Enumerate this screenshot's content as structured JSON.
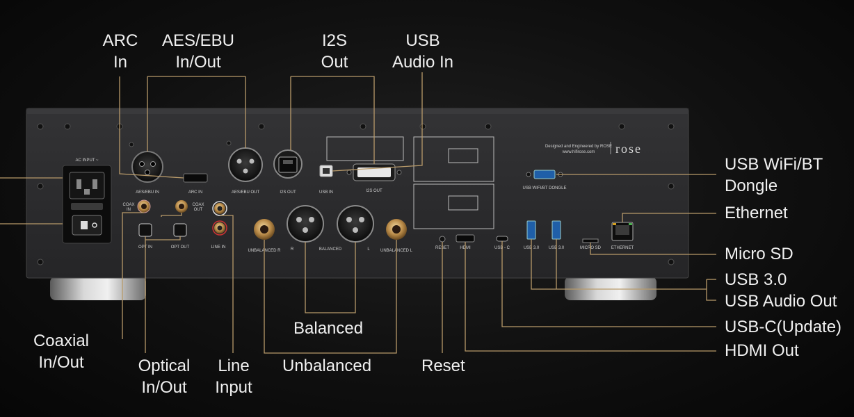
{
  "callouts": {
    "arc_in": [
      "ARC",
      "In"
    ],
    "aes_ebu": [
      "AES/EBU",
      "In/Out"
    ],
    "i2s_out": [
      "I2S",
      "Out"
    ],
    "usb_audio_in": [
      "USB",
      "Audio In"
    ],
    "usb_wifi_bt": [
      "USB WiFi/BT",
      "Dongle"
    ],
    "ethernet": "Ethernet",
    "micro_sd": "Micro SD",
    "usb_30": "USB 3.0",
    "usb_audio_out": "USB Audio Out",
    "usb_c": "USB-C(Update)",
    "hdmi_out": "HDMI Out",
    "coaxial": [
      "Coaxial",
      "In/Out"
    ],
    "optical": [
      "Optical",
      "In/Out"
    ],
    "line_input": [
      "Line",
      "Input"
    ],
    "balanced": "Balanced",
    "unbalanced": "Unbalanced",
    "reset": "Reset"
  },
  "panel": {
    "ac_input": "AC INPUT ~",
    "aes_ebu_in": "AES/EBU IN",
    "arc_in": "ARC IN",
    "aes_ebu_out": "AES/EBU OUT",
    "i2s_out": "I2S OUT",
    "usb_in": "USB IN",
    "i2s_out_2": "I2S OUT",
    "coax_in": [
      "COAX",
      "IN"
    ],
    "coax_out": [
      "COAX",
      "OUT"
    ],
    "opt_in": "OPT IN",
    "opt_out": "OPT OUT",
    "line_in": "LINE IN",
    "unbalanced_r": "UNBALANCED R",
    "balanced": "BALANCED",
    "bal_r": "R",
    "bal_l": "L",
    "unbalanced_l": "UNBALANCED L",
    "reset": "RESET",
    "hdmi": "HDMI",
    "usb_c": "USB - C",
    "usb30_a": "USB 3.0",
    "usb30_b": "USB 3.0",
    "micro_sd": "MICRO SD",
    "ethernet": "ETHERNET",
    "dongle": "USB WIFI/BT DONGLE",
    "designed": "Designed and Engineered by ROSE",
    "website": "www.hifirose.com",
    "brand": "rose"
  },
  "colors": {
    "background": "#0b0b0b",
    "chassis": "#2c2c2e",
    "leader_line": "#b89a6a",
    "callout_text": "#f0f0f0"
  }
}
